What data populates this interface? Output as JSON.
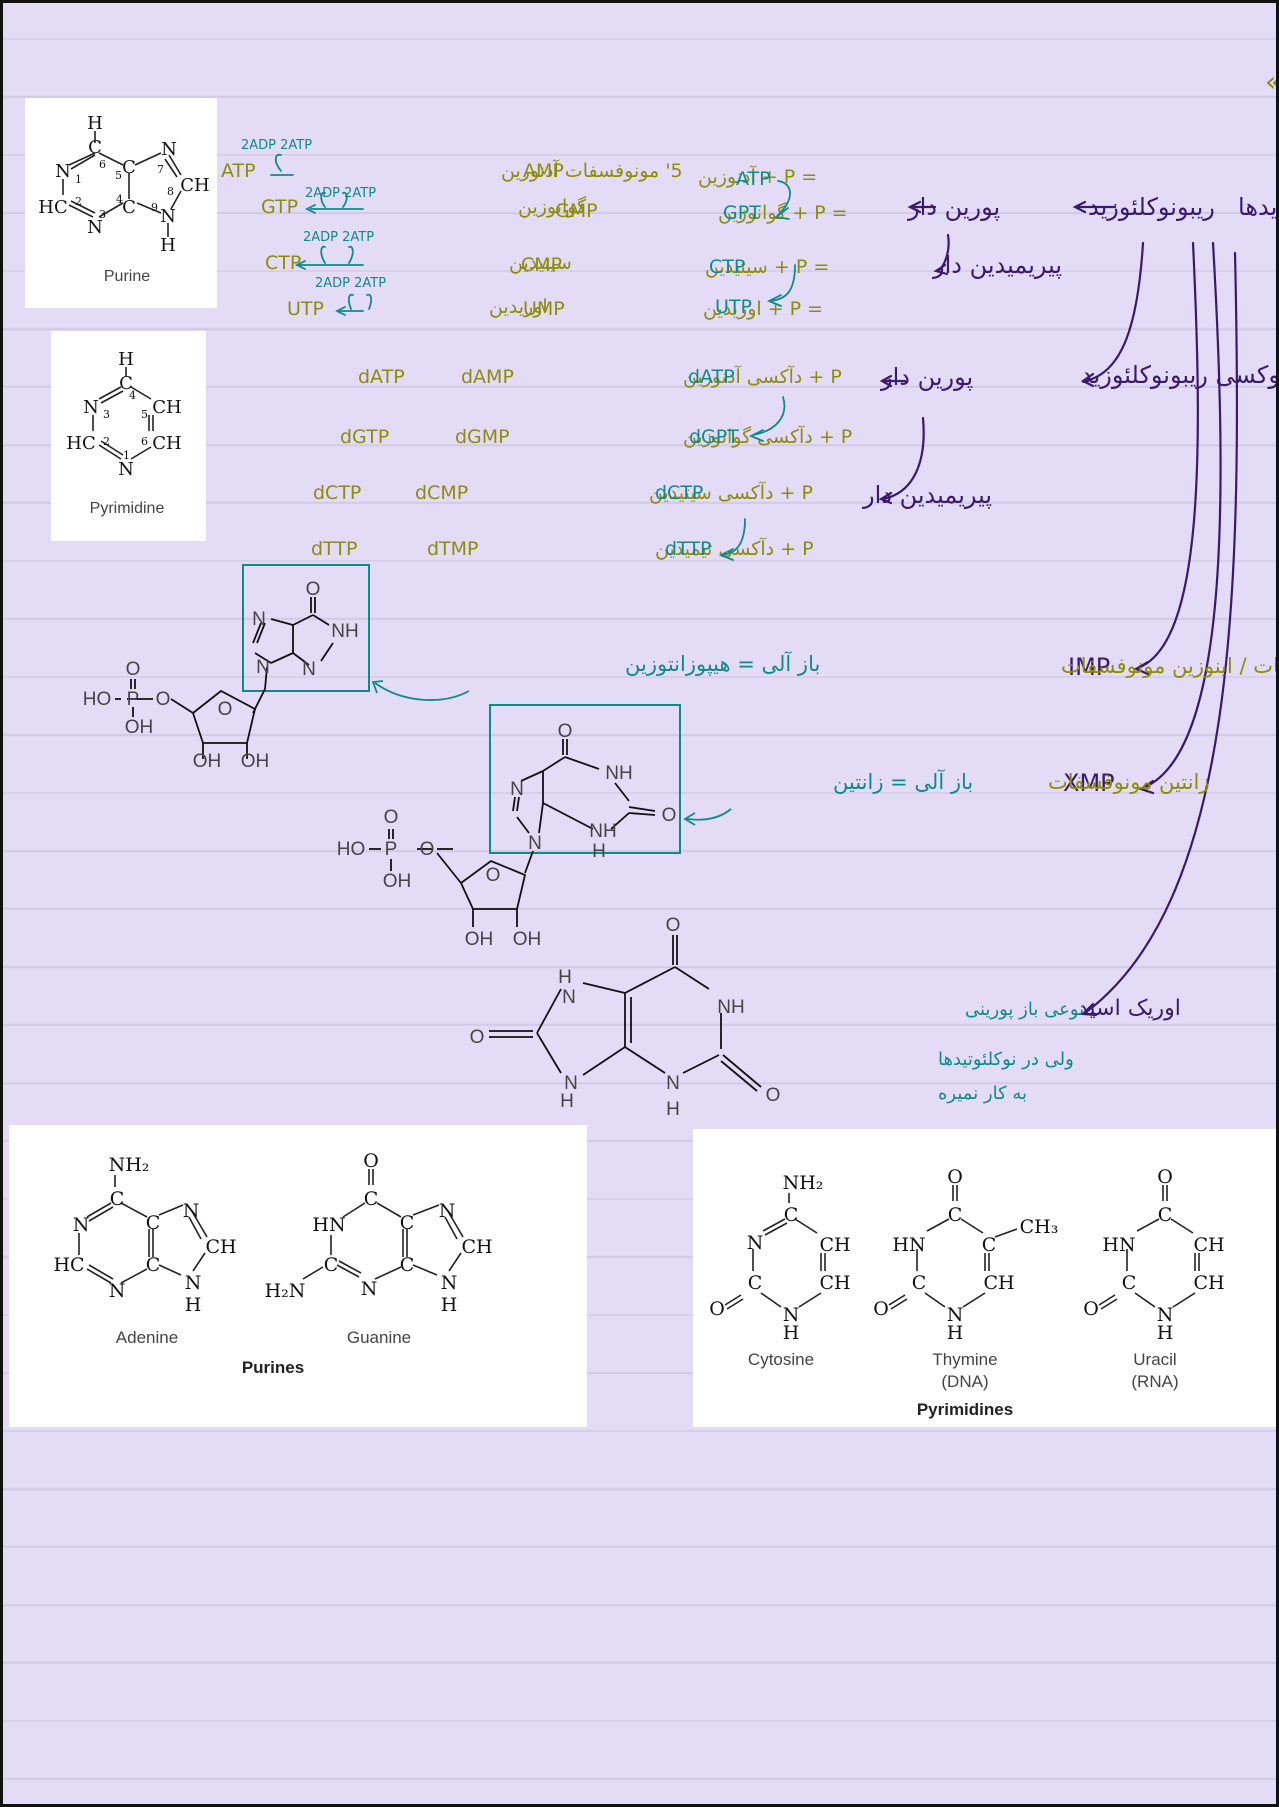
{
  "title": "« متابولیسم نوکلئیک اسیدها »",
  "colors": {
    "olive": "#8c8c0f",
    "teal": "#0f8a8a",
    "purple": "#3a1a6a",
    "paper": "#e4dcf6"
  },
  "tree": {
    "root": "نوکلئوزیدها",
    "ribo": "ریبونوکلئوزید",
    "purine_dar": "پورین دار",
    "pyrimidine_dar": "پیریمیدین دار",
    "deoxy": "دئوکسی ریبونوکلئوزید",
    "deoxy_purine_dar": "پورین دار",
    "deoxy_pyrimidine_dar": "پیریمیدین دار"
  },
  "ribo_rows": [
    {
      "adp": "2ADP 2ATP",
      "product": "ATP",
      "mono": "5' مونوفسفات آدنوزین",
      "nmp": "AMP",
      "eq": "= P + آدنوزین",
      "ntp": "ATP"
    },
    {
      "adp": "2ADP 2ATP",
      "product": "GTP",
      "mono": "گوانوزین",
      "nmp": "GMP",
      "eq": "= P + گوانوزین",
      "ntp": "GPT"
    },
    {
      "adp": "2ADP 2ATP",
      "product": "CTP",
      "mono": "سیتیدین",
      "nmp": "CMP",
      "eq": "= P + سیتیدین",
      "ntp": "CTP"
    },
    {
      "adp": "2ADP 2ATP",
      "product": "UTP",
      "mono": "اوریدین",
      "nmp": "UMP",
      "eq": "= P + اوریدین",
      "ntp": "UTP"
    }
  ],
  "deoxy_rows": [
    {
      "product": "dATP",
      "nmp": "dAMP",
      "eq": "P + دآکسی آدنوزین",
      "ntp": "dATP"
    },
    {
      "product": "dGTP",
      "nmp": "dGMP",
      "eq": "P + دآکسی گوانوزین",
      "ntp": "dGPT"
    },
    {
      "product": "dCTP",
      "nmp": "dCMP",
      "eq": "P + دآکسی سیتیدین",
      "ntp": "dCTP"
    },
    {
      "product": "dTTP",
      "nmp": "dTMP",
      "eq": "P + دآکسی تیمیدین",
      "ntp": "dTTP"
    }
  ],
  "imp": {
    "code": "IMP",
    "name": "هیپوزانتوزین مونوفسفات / اینوزین مونوفسفات",
    "base": "باز آلی = هیپوزانتوزین"
  },
  "xmp": {
    "code": "XMP",
    "name": "زانتین مونوفسفات",
    "base": "باز آلی = زانتین"
  },
  "uric": {
    "name": "اوریک اسید",
    "note1": "نوعی باز پورینی",
    "note2": "ولی در نوکلئوتیدها",
    "note3": "به کار نمیره"
  },
  "purine_card": {
    "label": "Purine",
    "atoms": [
      "H",
      "C",
      "N",
      "N",
      "C",
      "C",
      "N",
      "CH",
      "N",
      "H",
      "HC",
      "C",
      "N",
      "C"
    ],
    "nums": [
      "6",
      "1",
      "2",
      "3",
      "4",
      "5",
      "7",
      "8",
      "9"
    ]
  },
  "pyrimidine_card": {
    "label": "Pyrimidine",
    "atoms": [
      "H",
      "C",
      "N",
      "CH",
      "HC",
      "CH",
      "N"
    ],
    "nums": [
      "4",
      "3",
      "5",
      "2",
      "6",
      "1"
    ]
  },
  "struct_atoms": {
    "o": "O",
    "nh": "NH",
    "n": "N",
    "ho": "HO",
    "p": "P",
    "oh": "OH",
    "h": "H"
  },
  "bases_left": {
    "adenine": "Adenine",
    "guanine": "Guanine",
    "caption": "Purines",
    "nh2": "NH₂",
    "h2n": "H₂N",
    "hn": "HN",
    "ch": "CH",
    "hc": "HC"
  },
  "bases_right": {
    "cytosine": "Cytosine",
    "thymine": "Thymine",
    "thymine_sub": "(DNA)",
    "uracil": "Uracil",
    "uracil_sub": "(RNA)",
    "caption": "Pyrimidines",
    "ch3": "CH₃"
  }
}
